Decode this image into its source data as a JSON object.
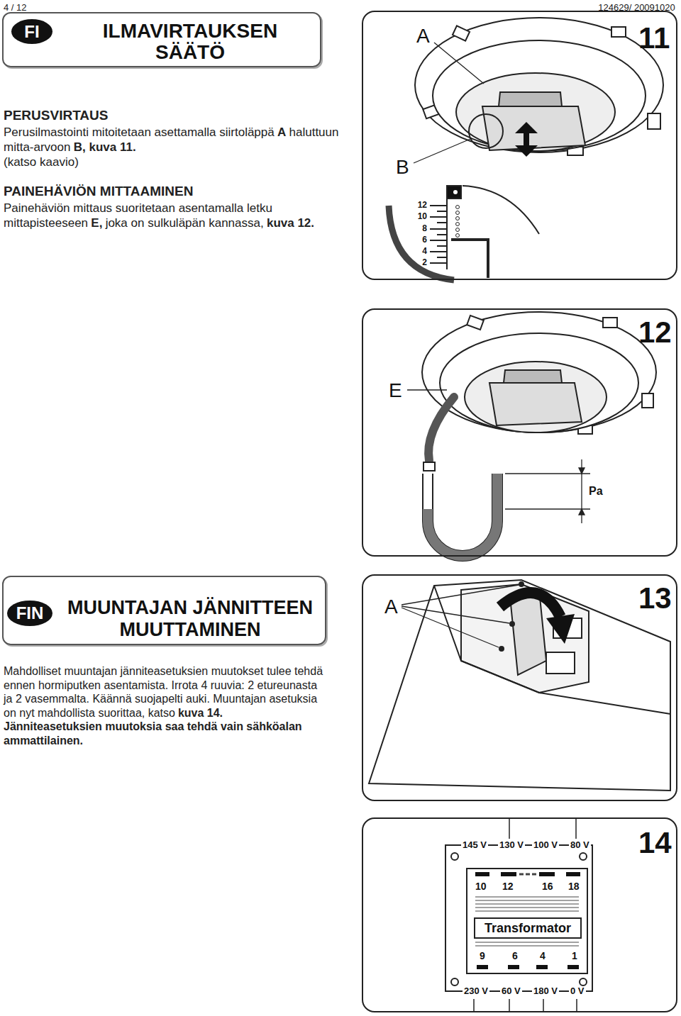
{
  "diagram": {
    "nodes": [
      {
        "text": [
          "ILMAVIRTAUKSEN SÄÄTÖ"
        ]
      },
      {
        "text": [
          "FI"
        ],
        "in": 0
      },
      {
        "text": [
          "A",
          "11",
          "B",
          "12",
          "10",
          "8",
          "6",
          "4",
          "2"
        ]
      },
      {
        "text": [
          "12",
          "E",
          "Pa"
        ]
      },
      {
        "text": [
          "MUUNTAJAN JÄNNITTEEN MUUTTAMINEN"
        ]
      },
      {
        "text": [
          "FIN"
        ],
        "in": 4
      },
      {
        "text": [
          "A",
          "13"
        ]
      },
      {
        "text": [
          "14",
          "145 V",
          "130 V",
          "100 V",
          "80 V",
          "230 V",
          "60 V",
          "180 V",
          "0 V"
        ]
      },
      {
        "text": [
          "10",
          "12",
          "16",
          "18",
          "9",
          "6",
          "4",
          "1"
        ],
        "in": 7
      },
      {
        "text": [
          "Transformator"
        ],
        "in": 8
      }
    ],
    "labels": [
      "4 / 12",
      "124629/ 20091020",
      "PERUSVIRTAUS",
      "Perusilmastointi mitoitetaan asettamalla siirtoläppä",
      "A",
      "haluttuun mitta-arvoon",
      "B, kuva 11.",
      "(katso kaavio)",
      "PAINEHÄVIÖN MITTAAMINEN",
      "Painehäviön mittaus suoritetaan asentamalla letku mittapisteeseen",
      "E,",
      "joka on sulkuläpän kannassa,",
      "kuva 12.",
      "Mahdolliset muuntajan jänniteasetuksien muutokset tulee tehdä ennen hormiputken asentamista. Irrota 4 ruuvia: 2 etureunasta ja 2 vasemmalta. Käännä suojapelti auki. Muuntajan asetuksia on nyt mahdollista suorittaa, katso",
      "kuva 14.",
      "Jänniteasetuksien muutoksia saa tehdä vain sähköalan ammattilainen."
    ]
  }
}
